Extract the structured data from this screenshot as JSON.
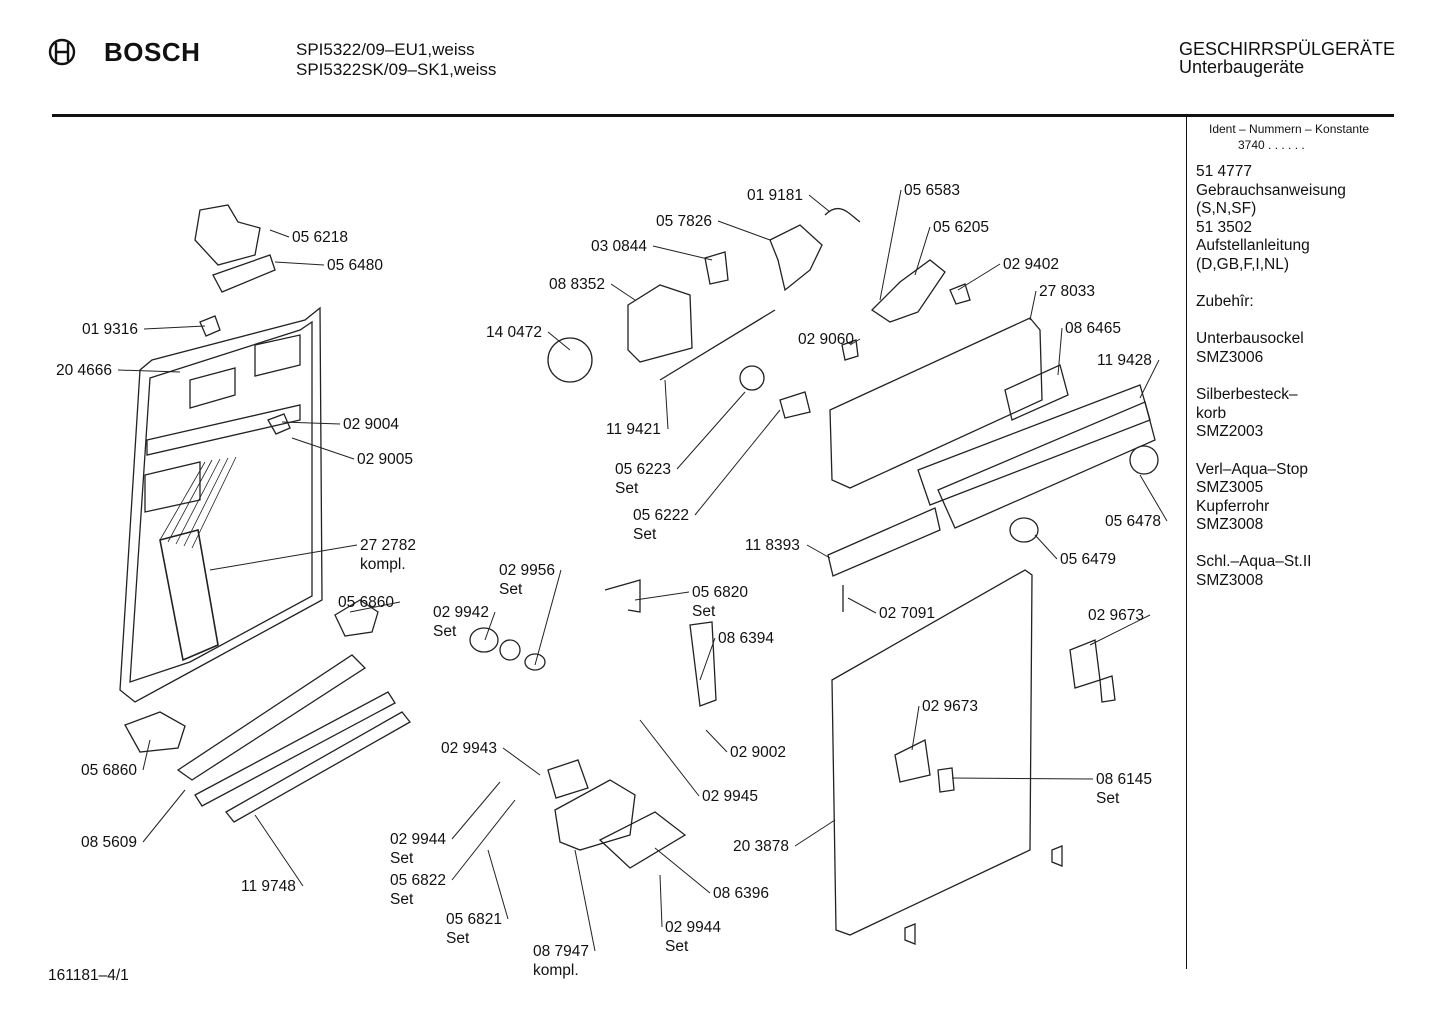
{
  "header": {
    "brand": "BOSCH",
    "models": [
      "SPI5322/09–EU1,weiss",
      "SPI5322SK/09–SK1,weiss"
    ],
    "category": "GESCHIRRSPÜLGERÄTE",
    "subcategory": "Unterbaugeräte"
  },
  "sidebar": {
    "ident_title": "Ident – Nummern – Konstante",
    "ident_value": "3740  .  .   .  .  .  .",
    "lines": [
      "51 4777",
      "Gebrauchsanweisung",
      "(S,N,SF)",
      "51 3502",
      "Aufstellanleitung",
      "(D,GB,F,I,NL)",
      "",
      "Zubehîr:",
      "",
      "Unterbausockel",
      "SMZ3006",
      "",
      "Silberbesteck–",
      "korb",
      "SMZ2003",
      "",
      "Verl–Aqua–Stop",
      "SMZ3005",
      "Kupferrohr",
      "SMZ3008",
      "",
      "Schl.–Aqua–St.II",
      "SMZ3008"
    ]
  },
  "footer": {
    "drawing_number": "161181–4/1"
  },
  "parts": [
    [
      "05 6218"
    ],
    [
      "05 6480"
    ],
    [
      "01 9316"
    ],
    [
      "20 4666"
    ],
    [
      "02 9004"
    ],
    [
      "02 9005"
    ],
    [
      "27 2782",
      "kompl."
    ],
    [
      "05 6860"
    ],
    [
      "05 6860"
    ],
    [
      "08 5609"
    ],
    [
      "11 9748"
    ],
    [
      "02 9956",
      "Set"
    ],
    [
      "02 9942",
      "Set"
    ],
    [
      "02 9943"
    ],
    [
      "02 9944",
      "Set"
    ],
    [
      "05 6822",
      "Set"
    ],
    [
      "05 6821",
      "Set"
    ],
    [
      "08 7947",
      "kompl."
    ],
    [
      "02 9944",
      "Set"
    ],
    [
      "08 6396"
    ],
    [
      "02 9945"
    ],
    [
      "02 9002"
    ],
    [
      "08 6394"
    ],
    [
      "05 6820",
      "Set"
    ],
    [
      "01 9181"
    ],
    [
      "05 7826"
    ],
    [
      "03 0844"
    ],
    [
      "08 8352"
    ],
    [
      "14 0472"
    ],
    [
      "11 9421"
    ],
    [
      "05 6223",
      "Set"
    ],
    [
      "05 6222",
      "Set"
    ],
    [
      "02 9060"
    ],
    [
      "05 6583"
    ],
    [
      "05 6205"
    ],
    [
      "02 9402"
    ],
    [
      "27 8033"
    ],
    [
      "08 6465"
    ],
    [
      "11 9428"
    ],
    [
      "05 6478"
    ],
    [
      "11 8393"
    ],
    [
      "05 6479"
    ],
    [
      "02 7091"
    ],
    [
      "02 9673"
    ],
    [
      "02 9673"
    ],
    [
      "08 6145",
      "Set"
    ],
    [
      "20 3878"
    ]
  ]
}
